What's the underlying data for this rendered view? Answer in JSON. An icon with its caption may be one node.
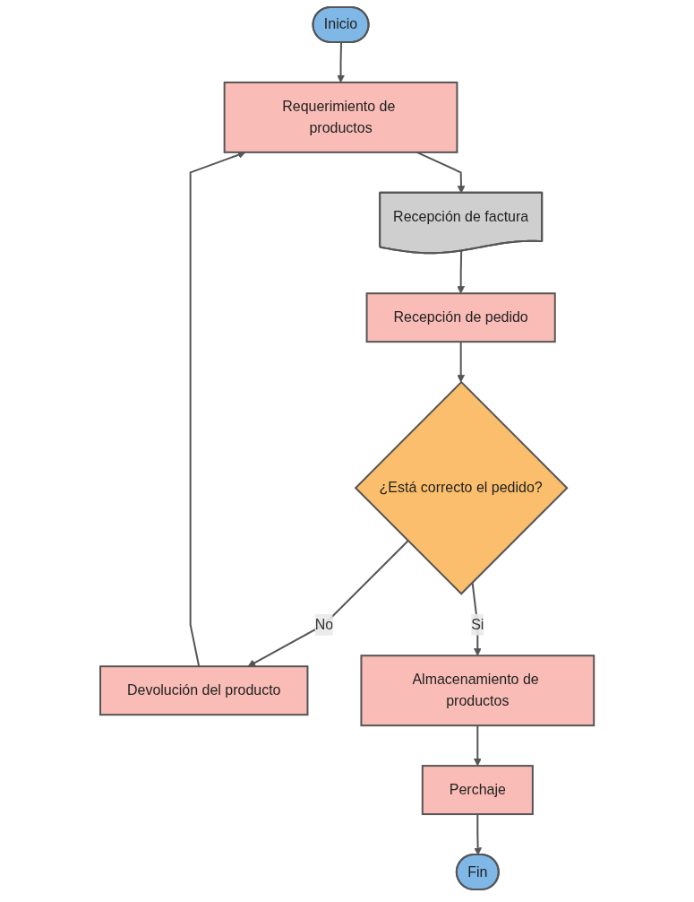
{
  "diagram": {
    "nodes": [
      {
        "text": [
          "Inicio"
        ]
      },
      {
        "text": [
          "Requerimiento de productos"
        ]
      },
      {
        "text": [
          "Recepción de factura"
        ]
      },
      {
        "text": [
          "Recepción de pedido"
        ]
      },
      {
        "text": [
          "¿Está correcto el pedido?"
        ]
      },
      {
        "text": [
          "Devolución del producto"
        ]
      },
      {
        "text": [
          "Almacenamiento de productos"
        ]
      },
      {
        "text": [
          "Perchaje"
        ]
      },
      {
        "text": [
          "Fin"
        ]
      }
    ],
    "edges": [
      {
        "from": 0,
        "to": 1,
        "arrow": "to"
      },
      {
        "from": 1,
        "to": 2,
        "arrow": "to"
      },
      {
        "from": 2,
        "to": 3,
        "arrow": "to"
      },
      {
        "from": 3,
        "to": 4,
        "arrow": "to"
      },
      {
        "from": 4,
        "to": 5,
        "label": "No",
        "arrow": "to"
      },
      {
        "from": 5,
        "to": 1,
        "arrow": "to"
      },
      {
        "from": 4,
        "to": 6,
        "label": "Si",
        "arrow": "to"
      },
      {
        "from": 6,
        "to": 7,
        "arrow": "to"
      },
      {
        "from": 7,
        "to": 8,
        "arrow": "to"
      }
    ]
  }
}
